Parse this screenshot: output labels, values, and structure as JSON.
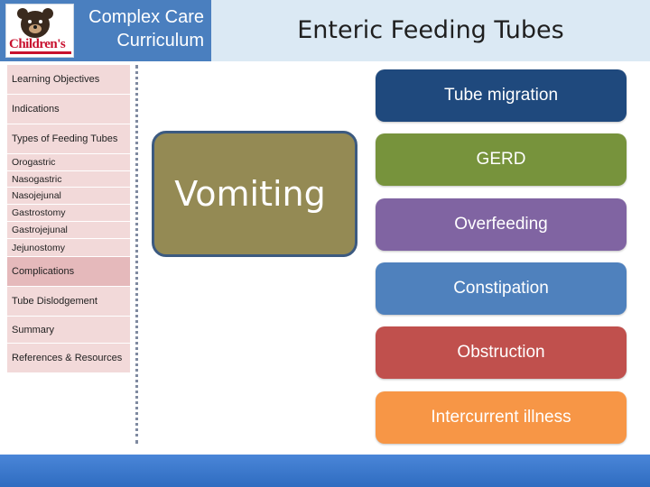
{
  "header": {
    "logo_text": "Children's",
    "curriculum_title_line1": "Complex Care",
    "curriculum_title_line2": "Curriculum",
    "page_title": "Enteric Feeding Tubes"
  },
  "sidebar": {
    "items": [
      {
        "label": "Learning Objectives"
      },
      {
        "label": "Indications"
      },
      {
        "label": "Types of Feeding Tubes"
      },
      {
        "label": "Complications"
      },
      {
        "label": "Tube Dislodgement"
      },
      {
        "label": "Summary"
      },
      {
        "label": "References & Resources"
      }
    ],
    "subitems": [
      {
        "label": "Orogastric"
      },
      {
        "label": "Nasogastric"
      },
      {
        "label": "Nasojejunal"
      },
      {
        "label": "Gastrostomy"
      },
      {
        "label": "Gastrojejunal"
      },
      {
        "label": "Jejunostomy"
      }
    ],
    "active_item": "Complications"
  },
  "diagram": {
    "center_label": "Vomiting",
    "center_color": "#948a54",
    "causes": [
      {
        "label": "Tube migration",
        "color": "#1f497d"
      },
      {
        "label": "GERD",
        "color": "#77933c"
      },
      {
        "label": "Overfeeding",
        "color": "#8064a2"
      },
      {
        "label": "Constipation",
        "color": "#4f81bd"
      },
      {
        "label": "Obstruction",
        "color": "#c0504d"
      },
      {
        "label": "Intercurrent illness",
        "color": "#f79646"
      }
    ]
  },
  "colors": {
    "header_accent": "#4a7fbf",
    "header_background": "#dbe9f4",
    "sidebar_item": "#f2d9d9",
    "sidebar_active": "#e5b9bb",
    "footer": "#3a78cc"
  }
}
